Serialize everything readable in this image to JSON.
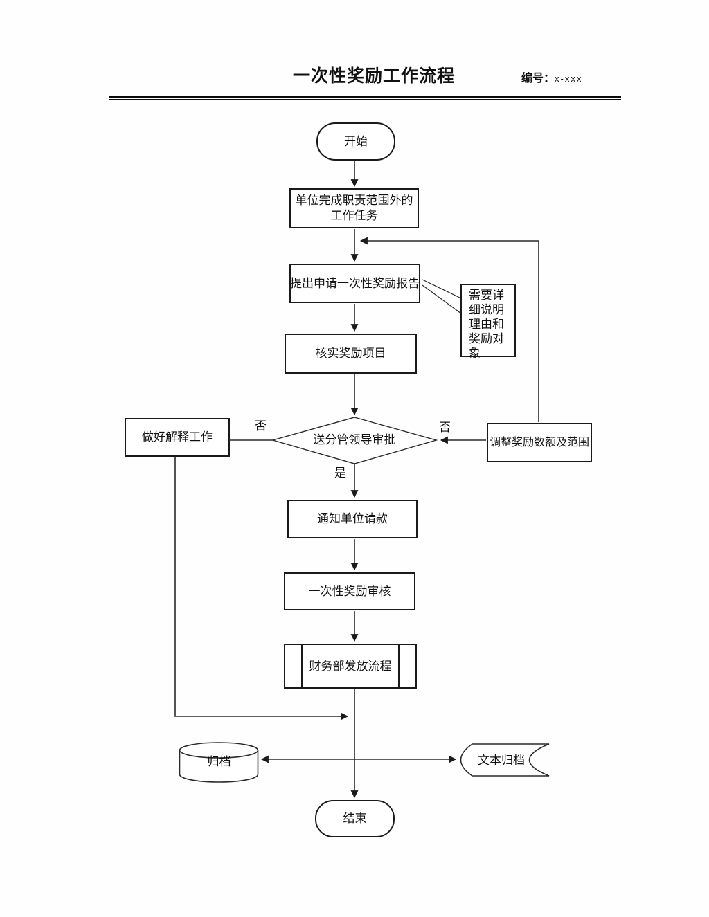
{
  "header": {
    "title": "一次性奖励工作流程",
    "doc_no_label": "编号：",
    "doc_no_value": "x-xxx"
  },
  "nodes": {
    "start": "开始",
    "task": "单位完成职责范围外的工作任务",
    "apply": "提出申请一次性奖励报告",
    "note": "需要详细说明理由和奖励对象",
    "verify": "核实奖励项目",
    "decision": "送分管领导审批",
    "explain": "做好解释工作",
    "adjust": "调整奖励数额及范围",
    "notify": "通知单位请款",
    "review": "一次性奖励审核",
    "finance": "财务部发放流程",
    "archive": "归档",
    "text_archive": "文本归档",
    "end": "结束"
  },
  "edge_labels": {
    "no_left": "否",
    "no_right": "否",
    "yes": "是"
  },
  "colors": {
    "line": "#2a2a2a",
    "border": "#1a1a1a",
    "background": "#fefefe"
  }
}
